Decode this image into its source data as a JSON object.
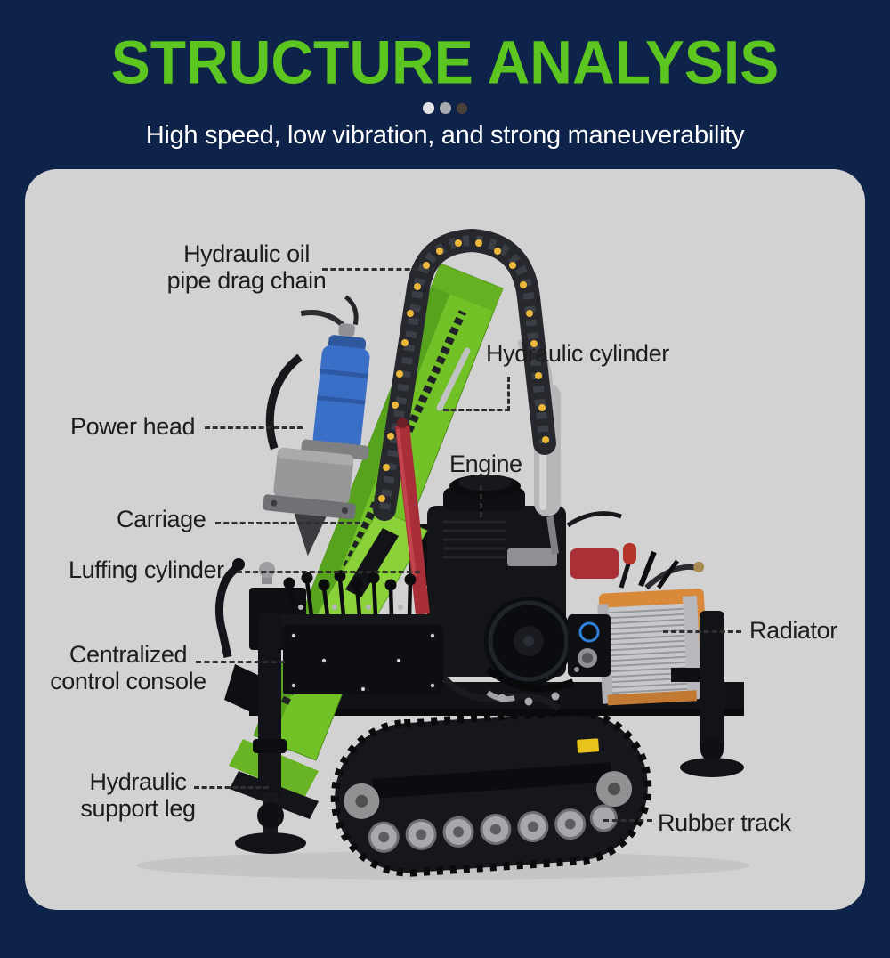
{
  "header": {
    "title": "STRUCTURE ANALYSIS",
    "subtitle": "High speed, low vibration, and strong maneuverability",
    "carousel_dot_count": 3
  },
  "labels": {
    "drag_chain": "Hydraulic oil\npipe drag chain",
    "hydraulic_cylinder": "Hydraulic cylinder",
    "power_head": "Power head",
    "engine": "Engine",
    "carriage": "Carriage",
    "luffing_cylinder": "Luffing cylinder",
    "control_console": "Centralized\ncontrol console",
    "radiator": "Radiator",
    "support_leg": "Hydraulic\nsupport leg",
    "rubber_track": "Rubber track"
  },
  "colors": {
    "background_navy": "#0e2349",
    "title_green": "#5cc51f",
    "card_gray": "#d2d2d2",
    "label_text": "#1d1d1d",
    "connector_dash": "#2f2f2f",
    "machine_mast_green": "#72c127",
    "machine_power_head_blue": "#3a6fc7",
    "machine_cylinder_red": "#a82f38",
    "drag_chain_dot_yellow": "#edb83a",
    "radiator_orange": "#d8893a"
  }
}
